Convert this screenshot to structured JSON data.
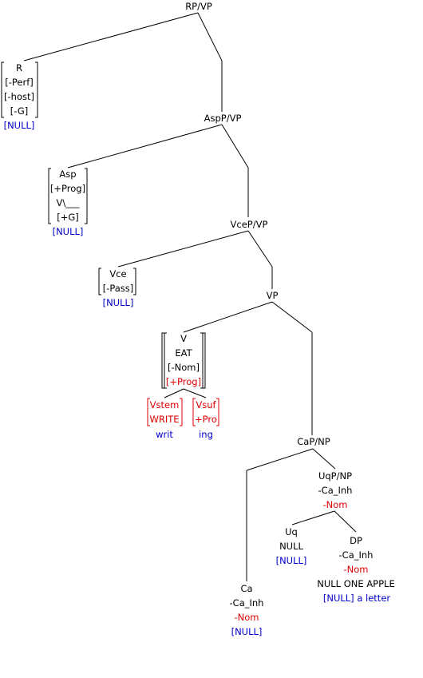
{
  "colors": {
    "black": "#000000",
    "red": "#e00000",
    "blue": "#0000cc"
  },
  "nodes": {
    "rp": "RP/VP",
    "r": {
      "lines": [
        "R",
        "[-Perf]",
        "[-host]",
        "[-G]"
      ],
      "null": "[NULL]"
    },
    "asp_p": "AspP/VP",
    "asp": {
      "lines": [
        "Asp",
        "[+Prog]",
        "V\\___",
        "[+G]"
      ],
      "null": "[NULL]"
    },
    "vce_p": "VceP/VP",
    "vce": {
      "lines": [
        "Vce",
        "[-Pass]"
      ],
      "null": "[NULL]"
    },
    "vp": "VP",
    "v": {
      "lines": [
        "V",
        "EAT",
        "[-Nom]"
      ],
      "red": "[+Prog]"
    },
    "vstem": {
      "lines": [
        "Vstem",
        "WRITE"
      ],
      "word": "writ"
    },
    "vsuf": {
      "lines": [
        "Vsuf",
        "+Pro"
      ],
      "word": "ing"
    },
    "ca_p": "CaP/NP",
    "uq_p": {
      "label": "UqP/NP",
      "feat": "-Ca_Inh",
      "red": "-Nom"
    },
    "uq": {
      "label": "Uq",
      "feat": "NULL",
      "null": "[NULL]"
    },
    "dp": {
      "label": "DP",
      "feat": "-Ca_Inh",
      "red": "-Nom",
      "word": "NULL ONE APPLE",
      "gloss": "[NULL] a letter"
    },
    "ca": {
      "label": "Ca",
      "feat": "-Ca_Inh",
      "red": "-Nom",
      "null": "[NULL]"
    }
  }
}
